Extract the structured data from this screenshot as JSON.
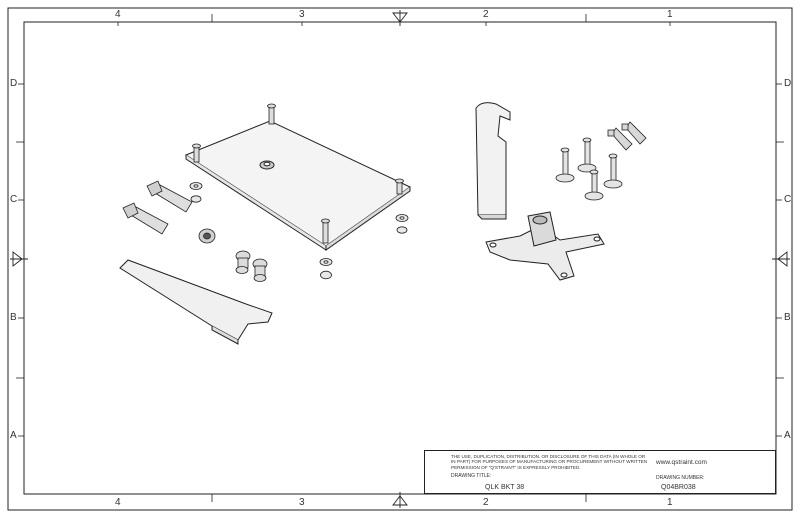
{
  "zones": {
    "columns": [
      "4",
      "3",
      "2",
      "1"
    ],
    "rows": [
      "D",
      "C",
      "B",
      "A"
    ]
  },
  "title_block": {
    "notice": "THE USE, DUPLICATION, DISTRIBUTION, OR DISCLOSURE OF THIS DATA (IN WHOLE OR IN PART) FOR PURPOSES OF MANUFACTURING OR PROCUREMENT WITHOUT WRITTEN PERMISSION OF \"Q'STRAINT\" IS EXPRESSLY PROHIBITED.",
    "drawing_title_label": "DRAWING TITLE:",
    "drawing_title": "QLK BKT 38",
    "website": "www.qstraint.com",
    "drawing_number_label": "DRAWING NUMBER:",
    "drawing_number": "Q04BR038"
  },
  "colors": {
    "line": "#222222",
    "part_fill": "#eeeeee"
  }
}
